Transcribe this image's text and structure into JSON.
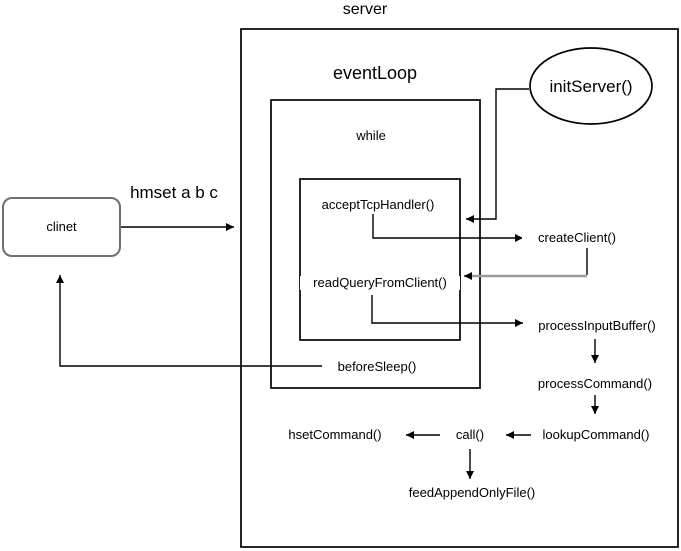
{
  "server": {
    "label": "server",
    "init_server": "initServer()",
    "event_loop": {
      "label": "eventLoop",
      "while": {
        "label": "while",
        "accept_tcp_handler": "acceptTcpHandler()",
        "read_query_from_client": "readQueryFromClient()"
      },
      "before_sleep": "beforeSleep()"
    },
    "create_client": "createClient()",
    "process_input_buffer": "processInputBuffer()",
    "process_command": "processCommand()",
    "lookup_command": "lookupCommand()",
    "call": "call()",
    "hset_command": "hsetCommand()",
    "feed_append_only_file": "feedAppendOnlyFile()"
  },
  "client": {
    "label": "clinet",
    "message": "hmset a b c"
  },
  "colors": {
    "line": "#000000",
    "gray_line": "#999999",
    "client_border": "#707070"
  }
}
